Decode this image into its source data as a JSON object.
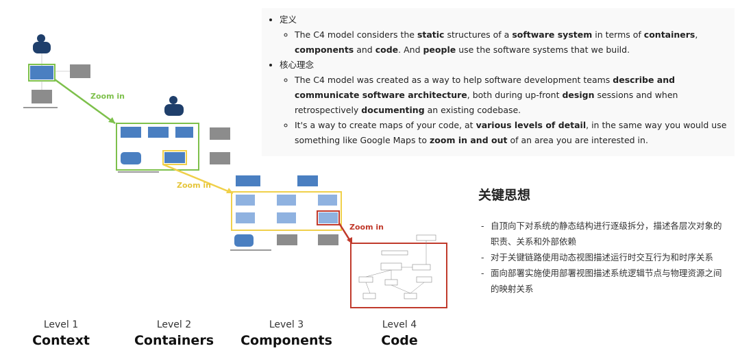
{
  "notes": {
    "def_heading": "定义",
    "def_text": [
      {
        "t": "The C4 model considers the ",
        "b": false
      },
      {
        "t": "static",
        "b": true
      },
      {
        "t": " structures of a ",
        "b": false
      },
      {
        "t": "software system",
        "b": true
      },
      {
        "t": " in terms of ",
        "b": false
      },
      {
        "t": "containers",
        "b": true
      },
      {
        "t": ", ",
        "b": false
      },
      {
        "t": "components",
        "b": true
      },
      {
        "t": " and ",
        "b": false
      },
      {
        "t": "code",
        "b": true
      },
      {
        "t": ". And ",
        "b": false
      },
      {
        "t": "people",
        "b": true
      },
      {
        "t": " use the software systems that we build.",
        "b": false
      }
    ],
    "core_heading": "核心理念",
    "core_text1": [
      {
        "t": "The C4 model was created as a way to help software development teams ",
        "b": false
      },
      {
        "t": "describe and communicate software architecture",
        "b": true
      },
      {
        "t": ", both during up-front ",
        "b": false
      },
      {
        "t": "design",
        "b": true
      },
      {
        "t": " sessions and when retrospectively ",
        "b": false
      },
      {
        "t": "documenting",
        "b": true
      },
      {
        "t": " an existing codebase.",
        "b": false
      }
    ],
    "core_text2": [
      {
        "t": "It's a way to create maps of your code, at ",
        "b": false
      },
      {
        "t": "various levels of detail",
        "b": true
      },
      {
        "t": ", in the same way you would use something like Google Maps to ",
        "b": false
      },
      {
        "t": "zoom in and out",
        "b": true
      },
      {
        "t": " of an area you are interested in.",
        "b": false
      }
    ]
  },
  "key_ideas": {
    "title": "关键思想",
    "items": [
      "自顶向下对系统的静态结构进行逐级拆分，描述各层次对象的职责、关系和外部依赖",
      "对于关键链路使用动态视图描述运行时交互行为和时序关系",
      "面向部署实施使用部署视图描述系统逻辑节点与物理资源之间的映射关系"
    ]
  },
  "levels": [
    {
      "num": "Level 1",
      "name": "Context"
    },
    {
      "num": "Level 2",
      "name": "Containers"
    },
    {
      "num": "Level 3",
      "name": "Components"
    },
    {
      "num": "Level 4",
      "name": "Code"
    }
  ],
  "zoom_labels": [
    "Zoom in",
    "Zoom in",
    "Zoom in"
  ],
  "colors": {
    "green": "#7dc04b",
    "yellow": "#f0d04a",
    "red": "#c0392b",
    "person": "#1f3f6b",
    "container": "#4a7fc1",
    "component": "#8fb2e0",
    "external": "#8c8c8c"
  }
}
